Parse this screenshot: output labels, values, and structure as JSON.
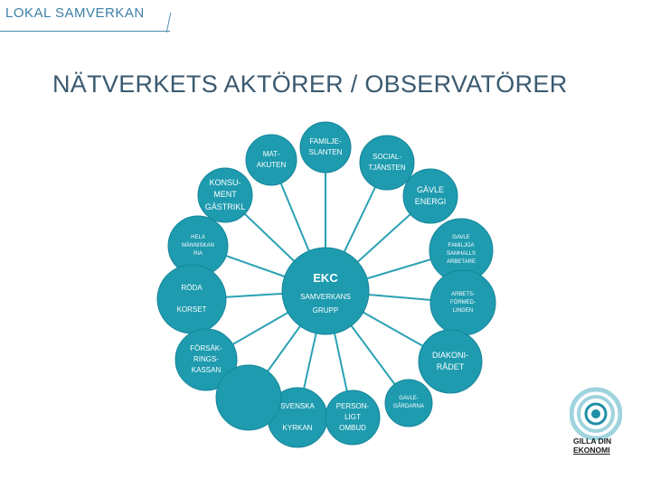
{
  "header": {
    "brand": "LOKAL SAMVERKAN"
  },
  "title": "NÄTVERKETS AKTÖRER / OBSERVATÖRER",
  "center": {
    "line1": "EKC",
    "line2": "SAMVERKANS",
    "line3": "GRUPP"
  },
  "nodes": {
    "matakuten": "MAT-\nAKUTEN",
    "familjeslanten": "FAMILJE-\nSLANTEN",
    "socialtjansten": "SOCIAL-\nTJÄNSTEN",
    "konsument": "KONSU-\nMENT\nGÄSTRIKL",
    "gavle_energi": "GÄVLE\nENERGI",
    "hela_manniskan": "HELA\nMÄNNISKAN\nRIA",
    "gavle_familjga": "GAVLE\nFAMILJGA\nSAMHALLS\nARBETARE",
    "roda_korset": "RÖDA\n\nKORSET",
    "arbetsformedlingen": "ARBETS-\nFÖRMED-\nLINGEN",
    "forsakringskassan": "FÖRSÄK-\nRINGS-\nKASSAN",
    "diakoniradet": "DIAKONI-\nRÅDET",
    "svenska_kyrkan": "SVENSKA\n\nKYRKAN",
    "personligt_ombud": "PERSON-\nLIGT\nOMBUD",
    "gavlegardarna": "GAVLE-\nGÅRDARNA"
  },
  "logo": {
    "line1": "GILLA DIN",
    "line2": "EKONOMI"
  },
  "colors": {
    "node": "#1e9baf",
    "node_edge": "#16869a",
    "line": "#2aa1b4",
    "logo_ring": "#9fd4de",
    "logo_core": "#1e8fa6"
  }
}
